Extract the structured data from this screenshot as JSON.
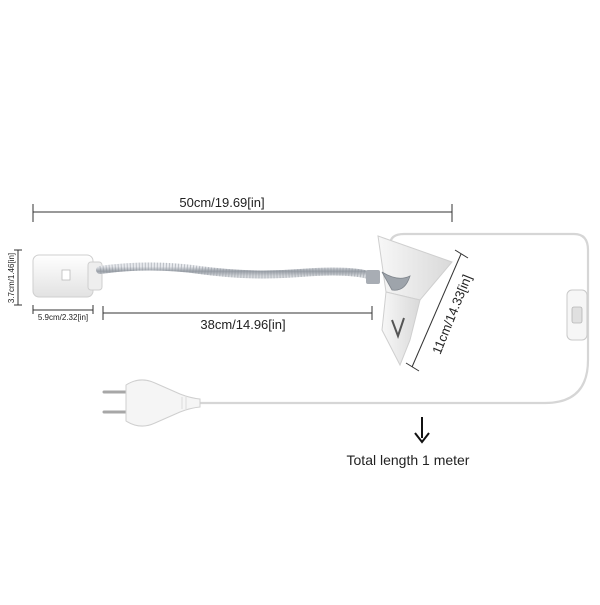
{
  "dimensions": {
    "overall_length": "50cm/19.69[in]",
    "gooseneck_length": "38cm/14.96[in]",
    "socket_width": "5.9cm/2.32[in]",
    "socket_height": "3.7cm/1.46[in]",
    "clip_length": "11cm/14.33[in]"
  },
  "caption": "Total length 1 meter",
  "colors": {
    "line": "#333333",
    "socket": "#f4f4f4",
    "metal": "#b8bcc2",
    "cable": "#d9d9d9"
  },
  "icons": [
    "arrow-down-icon",
    "eu-plug-icon",
    "inline-switch-icon",
    "spring-clip-icon",
    "lamp-socket-icon"
  ]
}
